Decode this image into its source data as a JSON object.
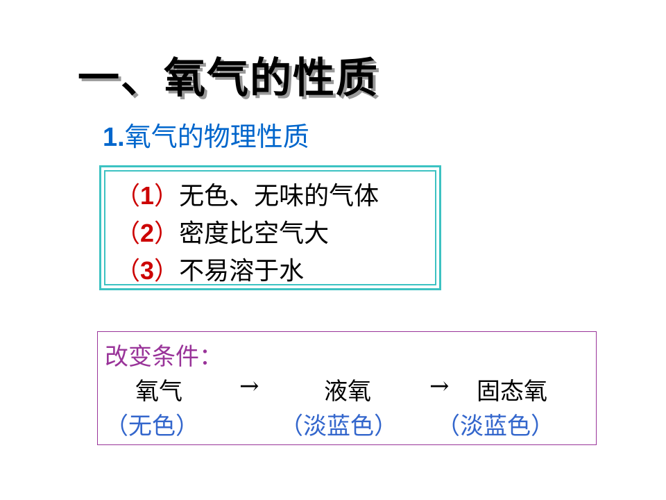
{
  "title": "一、氧气的性质",
  "subtitle": {
    "number": "1.",
    "text": "氧气的物理性质"
  },
  "properties": [
    {
      "open": "（",
      "num": "1",
      "close": "）",
      "text": "无色、无味的气体"
    },
    {
      "open": "（",
      "num": "2",
      "close": "）",
      "text": "密度比空气大"
    },
    {
      "open": "（",
      "num": "3",
      "close": "）",
      "text": "不易溶于水"
    }
  ],
  "conditions": {
    "label": "改变条件：",
    "states": [
      "氧气",
      "液氧",
      "固态氧"
    ],
    "arrows": [
      "→",
      "→"
    ],
    "colors": [
      "（无色）",
      "（淡蓝色）",
      "（淡蓝色）"
    ]
  }
}
